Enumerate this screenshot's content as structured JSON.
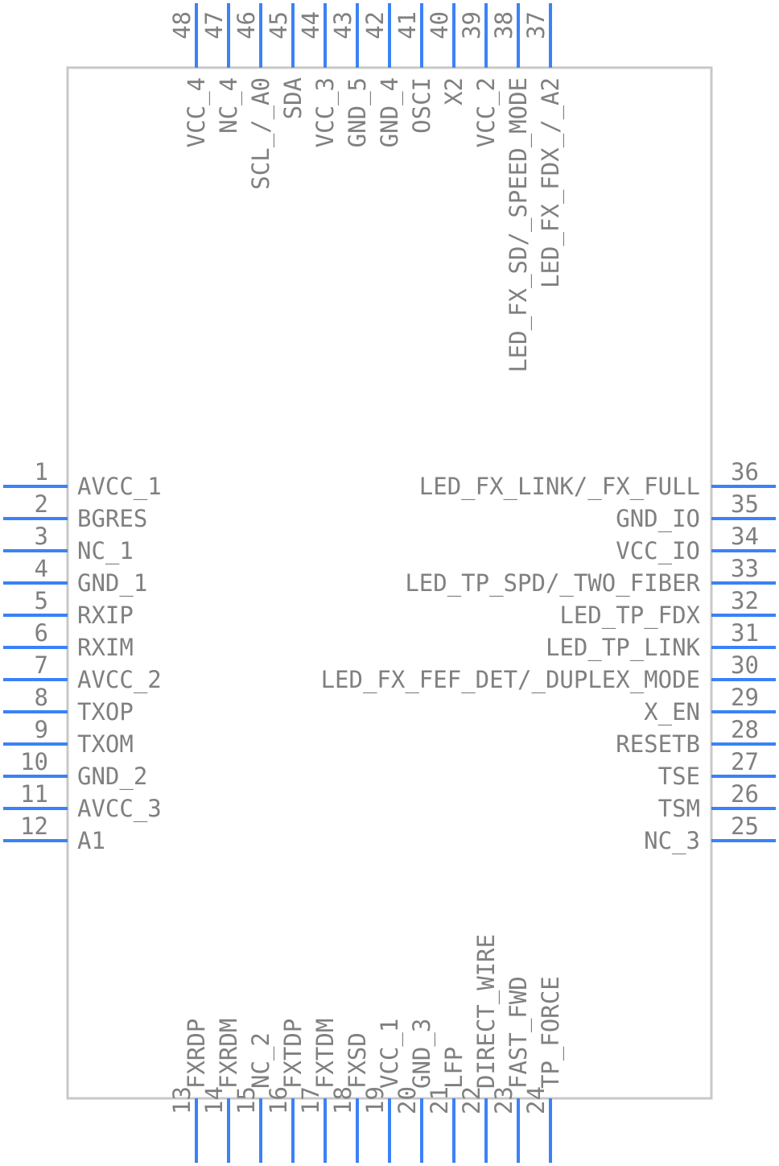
{
  "colors": {
    "pin": "#3b82f6",
    "outline": "#c8c8c8",
    "text": "#808080",
    "background": "#ffffff"
  },
  "pins": {
    "left": [
      {
        "n": "1",
        "name": "AVCC_1"
      },
      {
        "n": "2",
        "name": "BGRES"
      },
      {
        "n": "3",
        "name": "NC_1"
      },
      {
        "n": "4",
        "name": "GND_1"
      },
      {
        "n": "5",
        "name": "RXIP"
      },
      {
        "n": "6",
        "name": "RXIM"
      },
      {
        "n": "7",
        "name": "AVCC_2"
      },
      {
        "n": "8",
        "name": "TXOP"
      },
      {
        "n": "9",
        "name": "TXOM"
      },
      {
        "n": "10",
        "name": "GND_2"
      },
      {
        "n": "11",
        "name": "AVCC_3"
      },
      {
        "n": "12",
        "name": "A1"
      }
    ],
    "bottom": [
      {
        "n": "13",
        "name": "FXRDP"
      },
      {
        "n": "14",
        "name": "FXRDM"
      },
      {
        "n": "15",
        "name": "NC_2"
      },
      {
        "n": "16",
        "name": "FXTDP"
      },
      {
        "n": "17",
        "name": "FXTDM"
      },
      {
        "n": "18",
        "name": "FXSD"
      },
      {
        "n": "19",
        "name": "VCC_1"
      },
      {
        "n": "20",
        "name": "GND_3"
      },
      {
        "n": "21",
        "name": "LFP"
      },
      {
        "n": "22",
        "name": "DIRECT_WIRE"
      },
      {
        "n": "23",
        "name": "FAST_FWD"
      },
      {
        "n": "24",
        "name": "TP_FORCE"
      }
    ],
    "right": [
      {
        "n": "25",
        "name": "NC_3"
      },
      {
        "n": "26",
        "name": "TSM"
      },
      {
        "n": "27",
        "name": "TSE"
      },
      {
        "n": "28",
        "name": "RESETB"
      },
      {
        "n": "29",
        "name": "X_EN"
      },
      {
        "n": "30",
        "name": "LED_FX_FEF_DET/_DUPLEX_MODE"
      },
      {
        "n": "31",
        "name": "LED_TP_LINK"
      },
      {
        "n": "32",
        "name": "LED_TP_FDX"
      },
      {
        "n": "33",
        "name": "LED_TP_SPD/_TWO_FIBER"
      },
      {
        "n": "34",
        "name": "VCC_IO"
      },
      {
        "n": "35",
        "name": "GND_IO"
      },
      {
        "n": "36",
        "name": "LED_FX_LINK/_FX_FULL"
      }
    ],
    "top": [
      {
        "n": "37",
        "name": "LED_FX_FDX_/_A2"
      },
      {
        "n": "38",
        "name": "LED_FX_SD/_SPEED_MODE"
      },
      {
        "n": "39",
        "name": "VCC_2"
      },
      {
        "n": "40",
        "name": "X2"
      },
      {
        "n": "41",
        "name": "OSCI"
      },
      {
        "n": "42",
        "name": "GND_4"
      },
      {
        "n": "43",
        "name": "GND_5"
      },
      {
        "n": "44",
        "name": "VCC_3"
      },
      {
        "n": "45",
        "name": "SDA"
      },
      {
        "n": "46",
        "name": "SCL_/_A0"
      },
      {
        "n": "47",
        "name": "NC_4"
      },
      {
        "n": "48",
        "name": "VCC_4"
      }
    ]
  }
}
